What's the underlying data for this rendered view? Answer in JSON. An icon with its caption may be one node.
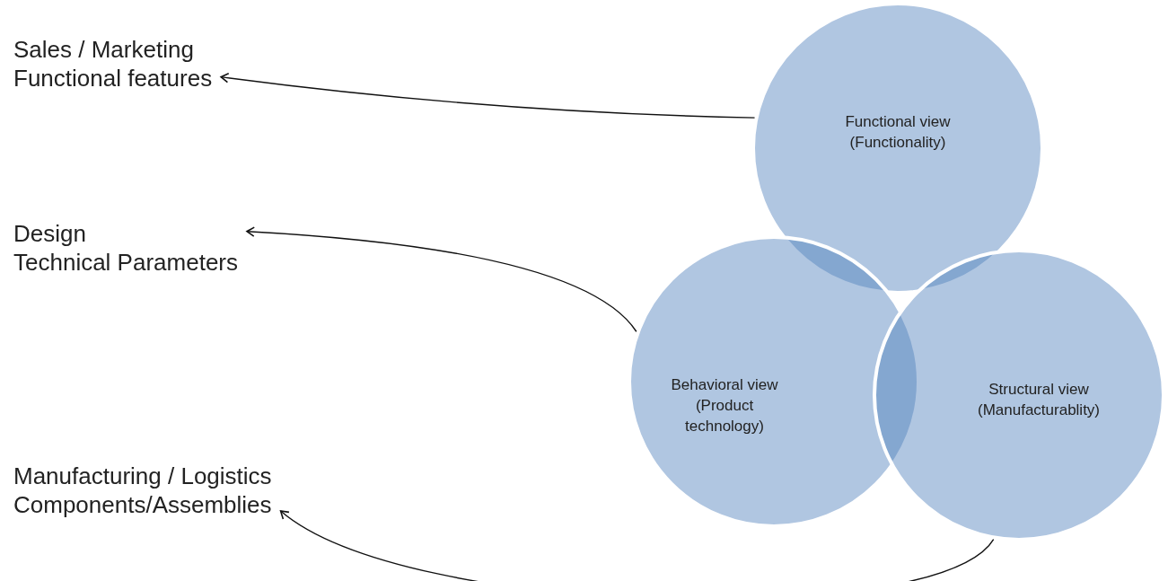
{
  "diagram": {
    "nodes": [
      {
        "text": [
          "Sales / Marketing",
          "Functional features"
        ]
      },
      {
        "text": [
          "Design",
          "Technical Parameters"
        ]
      },
      {
        "text": [
          "Manufacturing / Logistics",
          "Components/Assemblies"
        ]
      },
      {
        "text": [
          "Functional view (Functionality)"
        ]
      },
      {
        "text": [
          "Behavioral view (Product technology)"
        ]
      },
      {
        "text": [
          "Structural view (Manufacturablity)"
        ]
      }
    ],
    "edges": [
      {
        "from": 3,
        "to": 0,
        "arrow": "to"
      },
      {
        "from": 4,
        "to": 1,
        "arrow": "to"
      },
      {
        "from": 5,
        "to": 2,
        "arrow": "to"
      }
    ]
  }
}
